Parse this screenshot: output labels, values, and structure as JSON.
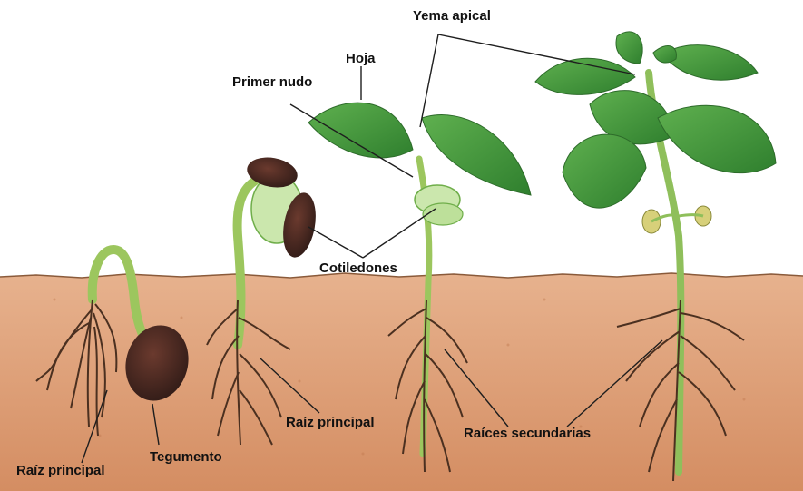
{
  "labels": {
    "yema_apical": "Yema apical",
    "hoja": "Hoja",
    "primer_nudo": "Primer nudo",
    "cotiledones": "Cotiledones",
    "raiz_principal_1": "Raíz principal",
    "tegumento": "Tegumento",
    "raiz_principal_2": "Raíz principal",
    "raices_secundarias": "Raíces secundarias"
  },
  "colors": {
    "soil_top": "#e2ab86",
    "soil_bottom": "#d79468",
    "leaf": "#3f9a3c",
    "leaf_light": "#7cc46a",
    "stem": "#9bc25a",
    "seed_coat": "#4a2a22",
    "cotyledon": "#c9e6a8",
    "root": "#4a3424",
    "line": "#1e1e1e"
  }
}
